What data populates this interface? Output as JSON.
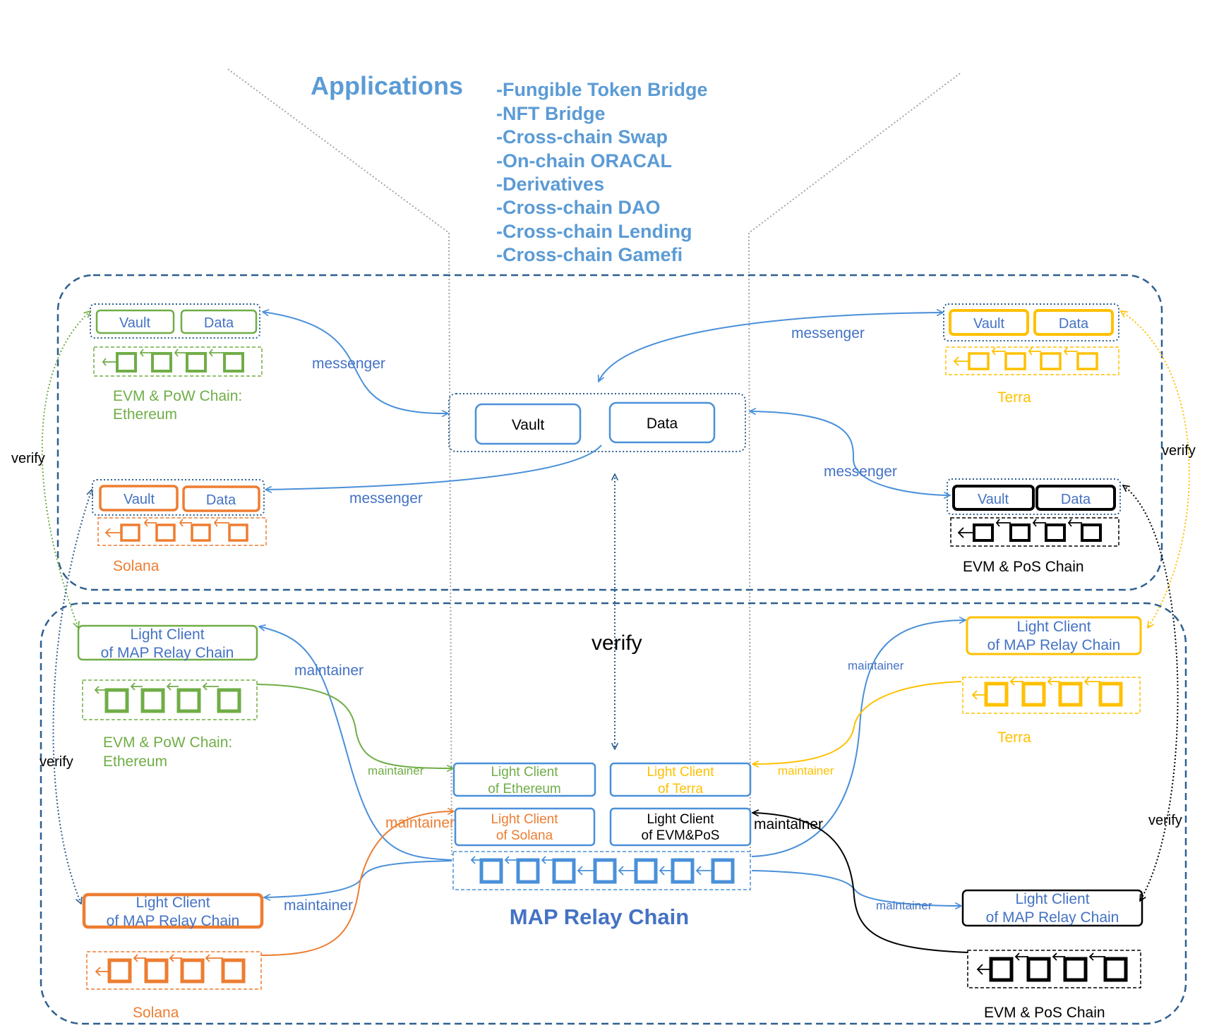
{
  "colors": {
    "blue": "#4a90d9",
    "blue_text": "#4472c4",
    "navy": "#2e5f8f",
    "green": "#70ad47",
    "orange": "#ed7d31",
    "yellow": "#ffc000",
    "black": "#000000",
    "gray": "#a6a6a6"
  },
  "applications": {
    "title": "Applications",
    "items": [
      "-Fungible Token Bridge",
      "-NFT Bridge",
      "-Cross-chain Swap",
      "-On-chain ORACAL",
      "-Derivatives",
      "-Cross-chain DAO",
      "-Cross-chain Lending",
      "-Cross-chain Gamefi"
    ]
  },
  "upper": {
    "center": {
      "vault": "Vault",
      "data": "Data"
    },
    "ethereum": {
      "vault": "Vault",
      "data": "Data",
      "label_line1": "EVM & PoW Chain:",
      "label_line2": "Ethereum"
    },
    "solana": {
      "vault": "Vault",
      "data": "Data",
      "label": "Solana"
    },
    "terra": {
      "vault": "Vault",
      "data": "Data",
      "label": "Terra"
    },
    "evm_pos": {
      "vault": "Vault",
      "data": "Data",
      "label": "EVM & PoS Chain"
    },
    "messenger": "messenger",
    "verify_left": "verify",
    "verify_right": "verify"
  },
  "center_verify": "verify",
  "lower": {
    "lc_eth": {
      "line1": "Light Client",
      "line2": "of MAP Relay Chain"
    },
    "eth_label_line1": "EVM & PoW Chain:",
    "eth_label_line2": "Ethereum",
    "lc_sol": {
      "line1": "Light Client",
      "line2": "of MAP Relay Chain"
    },
    "sol_label": "Solana",
    "lc_terra": {
      "line1": "Light Client",
      "line2": "of MAP Relay Chain"
    },
    "terra_label": "Terra",
    "lc_evm": {
      "line1": "Light Client",
      "line2": "of MAP Relay Chain"
    },
    "evm_label": "EVM & PoS Chain",
    "relay": {
      "lc_ethereum": {
        "line1": "Light Client",
        "line2": "of Ethereum"
      },
      "lc_terra": {
        "line1": "Light Client",
        "line2": "of Terra"
      },
      "lc_solana": {
        "line1": "Light Client",
        "line2": "of Solana"
      },
      "lc_evmpos": {
        "line1": "Light Client",
        "line2": "of EVM&PoS"
      },
      "title": "MAP Relay Chain"
    },
    "maintainer": "maintainer",
    "verify_left": "verify",
    "verify_right": "verify"
  }
}
